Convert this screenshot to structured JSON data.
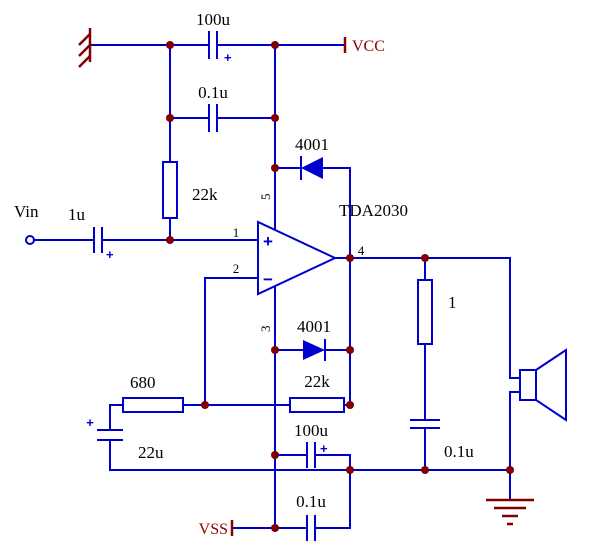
{
  "diagram": {
    "kind": "audio-amplifier-schematic",
    "ic_label": "TDA2030"
  },
  "labels": {
    "vin": "Vin",
    "vcc": "VCC",
    "vss": "VSS",
    "ic": "TDA2030",
    "c_top_bulk": "100u",
    "c_top_hf": "0.1u",
    "c_input": "1u",
    "r_bias": "22k",
    "d_top": "4001",
    "d_bottom": "4001",
    "r_fb_gnd": "680",
    "c_fb": "22u",
    "r_fb": "22k",
    "c_bot_bulk": "100u",
    "c_bot_hf": "0.1u",
    "r_zobel": "1",
    "c_zobel": "0.1u",
    "plus": "+",
    "minus": "−",
    "pin1": "1",
    "pin2": "2",
    "pin3": "3",
    "pin4": "4",
    "pin5": "5"
  },
  "colors": {
    "wire": "#0000CC",
    "junction_dot": "#800000",
    "power_text": "#8B0000",
    "label_text": "#000000",
    "background": "#FFFFFF"
  }
}
